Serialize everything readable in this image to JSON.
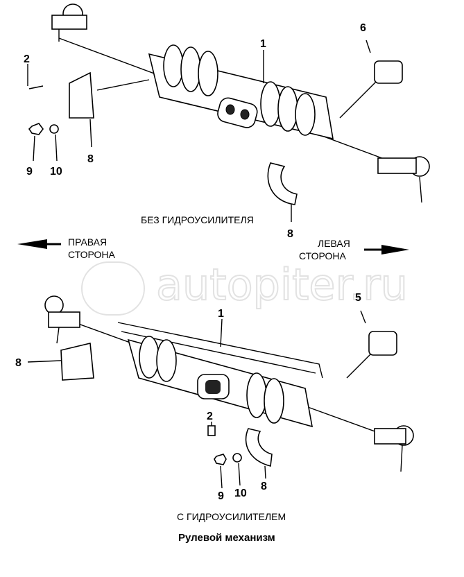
{
  "watermark": "autopiter.ru",
  "top_diagram": {
    "caption": "БЕЗ ГИДРОУСИЛИТЕЛЯ",
    "labels": {
      "rack": "1",
      "bolt": "2",
      "bolt_joint": "6",
      "bracket_a": "8",
      "bracket_b": "8",
      "nut": "9",
      "washer": "10"
    }
  },
  "direction": {
    "right_side": [
      "ПРАВАЯ",
      "СТОРОНА"
    ],
    "left_side": [
      "ЛЕВАЯ",
      "СТОРОНА"
    ]
  },
  "bottom_diagram": {
    "caption": "С ГИДРОУСИЛИТЕЛЕМ",
    "labels": {
      "rack": "1",
      "bolt": "2",
      "bolt_joint": "5",
      "bracket_a": "8",
      "bracket_b": "8",
      "nut": "9",
      "washer": "10"
    }
  },
  "title": "Рулевой механизм"
}
